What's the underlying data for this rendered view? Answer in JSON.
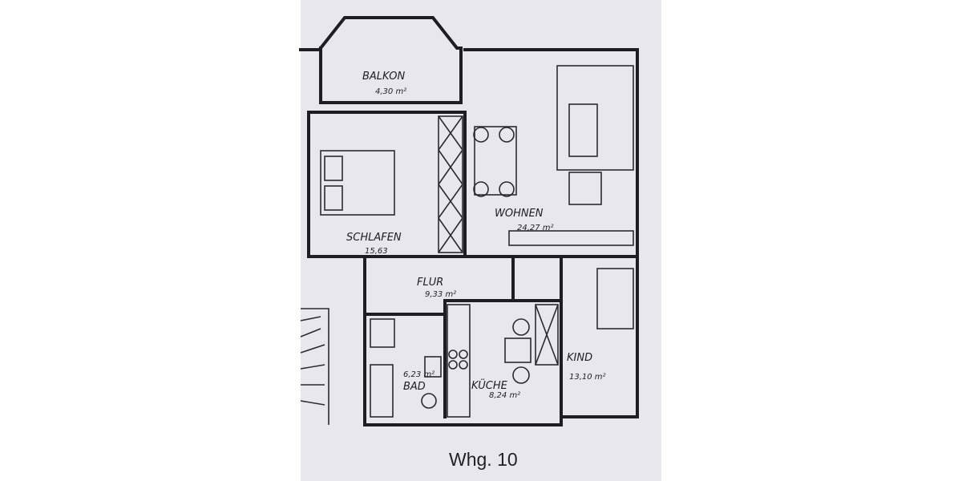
{
  "plan": {
    "caption": "Whg. 10",
    "rooms": [
      {
        "name": "BALKON",
        "area": "4,30 m²"
      },
      {
        "name": "SCHLAFEN",
        "area": "15,63"
      },
      {
        "name": "WOHNEN",
        "area": "24,27 m²"
      },
      {
        "name": "FLUR",
        "area": "9,33 m²"
      },
      {
        "name": "BAD",
        "area": "6,23 m²"
      },
      {
        "name": "KÜCHE",
        "area": "8,24 m²"
      },
      {
        "name": "KIND",
        "area": "13,10 m²"
      }
    ],
    "colors": {
      "paper": "#e8e7ee",
      "ink": "#1d1d22"
    }
  }
}
